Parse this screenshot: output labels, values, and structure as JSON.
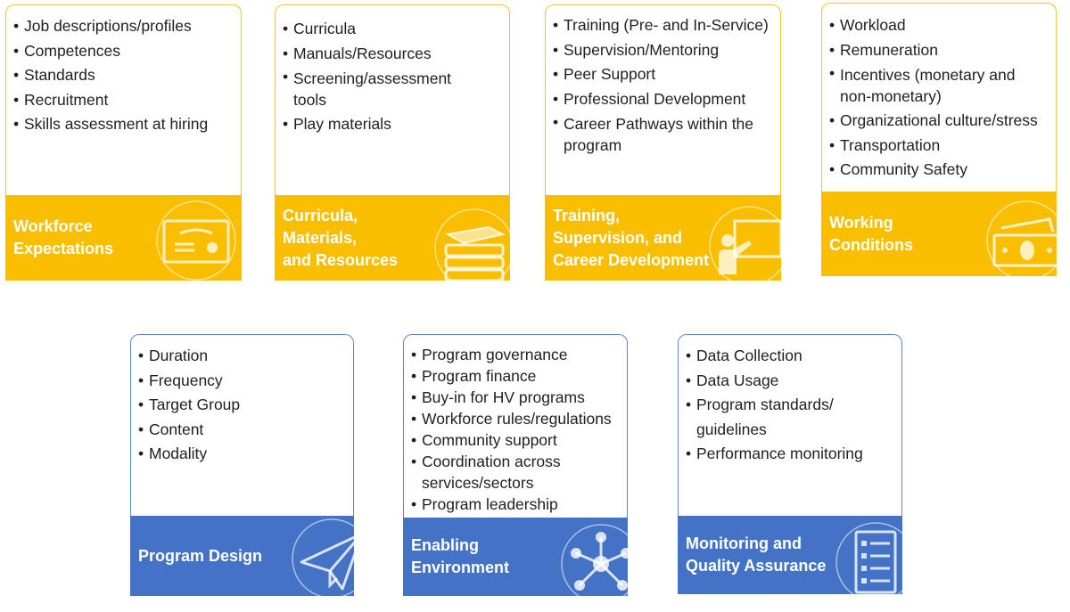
{
  "colors": {
    "yellow": "#F9BE00",
    "blue": "#4472C4",
    "yellow_border": "#F7C41A",
    "blue_border": "#5B87D1"
  },
  "cards": [
    {
      "title": "Workforce\nExpectations",
      "icon": "certificate-icon",
      "items": [
        "Job descriptions/profiles",
        "Competences",
        "Standards",
        "Recruitment",
        "Skills assessment at hiring"
      ]
    },
    {
      "title": "Curricula,\nMaterials,\nand Resources",
      "icon": "books-icon",
      "items": [
        "Curricula",
        "Manuals/Resources",
        "Screening/assessment tools",
        "Play materials"
      ]
    },
    {
      "title": "Training,\nSupervision, and\nCareer Development",
      "icon": "teacher-board-icon",
      "items": [
        "Training (Pre- and In-Service)",
        "Supervision/Mentoring",
        "Peer Support",
        "Professional Development",
        "Career Pathways within the program"
      ]
    },
    {
      "title": "Working\nConditions",
      "icon": "money-icon",
      "items": [
        "Workload",
        "Remuneration",
        "Incentives (monetary and non-monetary)",
        "Organizational culture/stress",
        "Transportation",
        "Community Safety"
      ]
    },
    {
      "title": "Program Design",
      "icon": "paper-plane-icon",
      "items": [
        "Duration",
        "Frequency",
        "Target Group",
        "Content",
        "Modality"
      ]
    },
    {
      "title": "Enabling\nEnvironment",
      "icon": "network-icon",
      "items": [
        "Program governance",
        "Program finance",
        "Buy-in for HV programs",
        "Workforce rules/regulations",
        "Community support",
        "Coordination across services/sectors",
        "Program leadership"
      ]
    },
    {
      "title": "Monitoring and\nQuality Assurance",
      "icon": "checklist-icon",
      "items": [
        "Data Collection",
        "Data Usage",
        "Program standards/ guidelines",
        "Performance monitoring"
      ]
    }
  ]
}
